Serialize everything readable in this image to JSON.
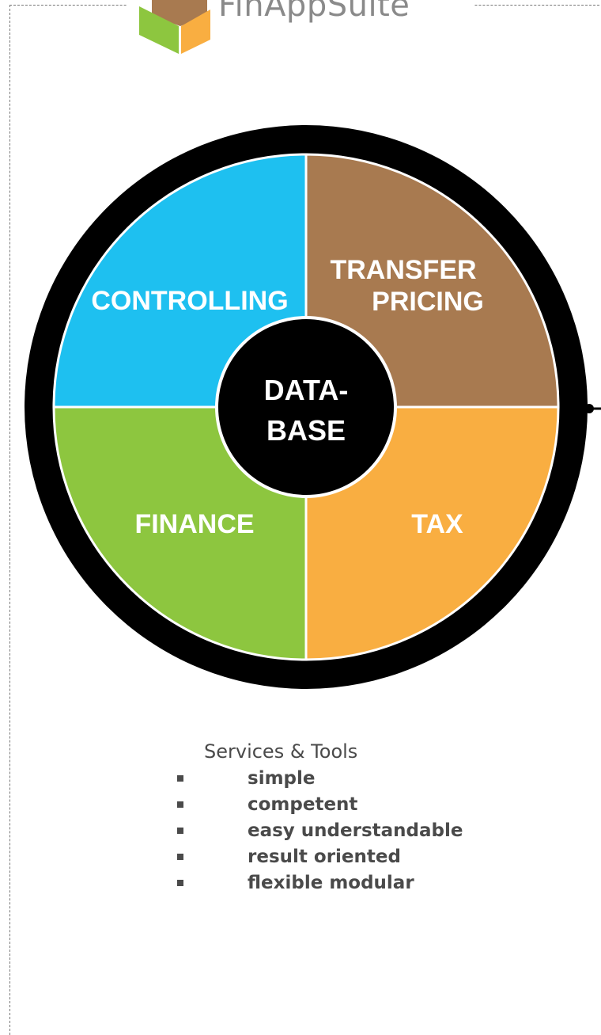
{
  "logo": {
    "text": "FinAppSuite",
    "icon": "cube-icon",
    "colors": [
      "#A87A50",
      "#8DC63F",
      "#F9AE41"
    ]
  },
  "segments": {
    "controlling": {
      "lines": [
        "CONTROLLING"
      ],
      "color": "#1EC0F0"
    },
    "transfer_pricing": {
      "lines": [
        "TRANSFER",
        "PRICING"
      ],
      "color": "#A87A50"
    },
    "finance": {
      "lines": [
        "FINANCE"
      ],
      "color": "#8DC63F"
    },
    "tax": {
      "lines": [
        "TAX"
      ],
      "color": "#F9AE41"
    }
  },
  "center": {
    "lines": [
      "DATA-",
      "BASE"
    ],
    "color": "#000000"
  },
  "services": {
    "title": "Services & Tools",
    "items": [
      "simple",
      "competent",
      "easy understandable",
      "result oriented",
      "flexible modular"
    ]
  }
}
